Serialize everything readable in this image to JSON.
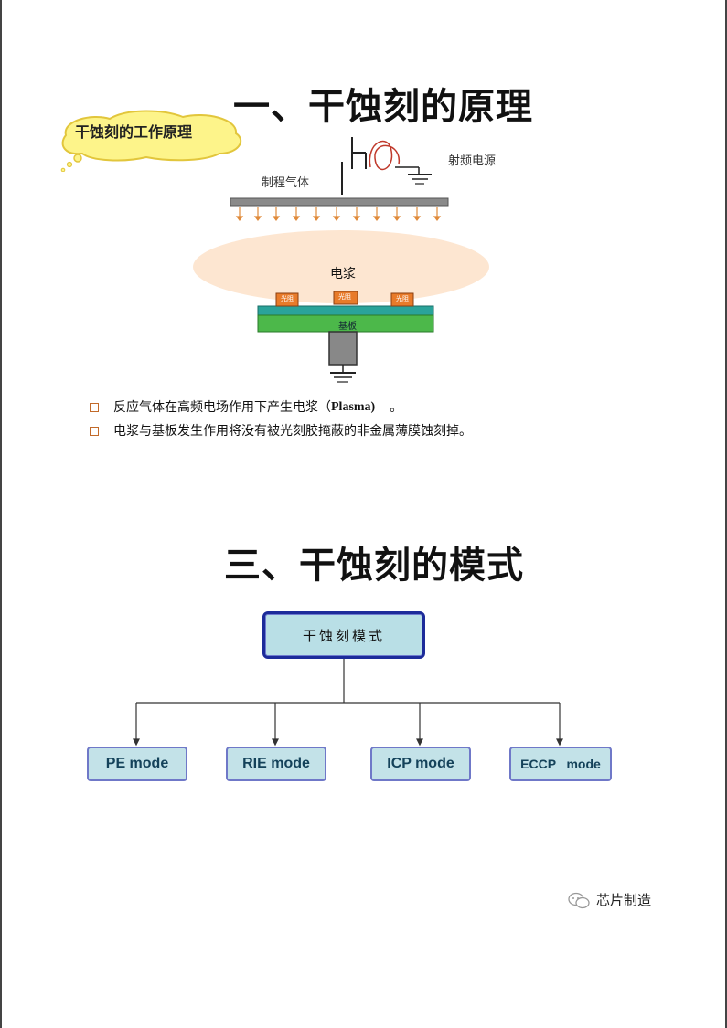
{
  "section1": {
    "title": "一、干蚀刻的原理"
  },
  "callout": {
    "text": "干蚀刻的工作原理"
  },
  "diagram": {
    "rf_label": "射频电源",
    "gas_label": "制程气体",
    "plasma_label": "电浆",
    "resist_label": "光阻",
    "substrate_label": "基板"
  },
  "bullets": [
    {
      "text": "反应气体在高频电场作用下产生电浆（",
      "bold": "Plasma)",
      "tail": "。"
    },
    {
      "text": "电浆与基板发生作用将没有被光刻胶掩蔽的非金属薄膜蚀刻掉。"
    }
  ],
  "section3": {
    "title": "三、干蚀刻的模式"
  },
  "tree": {
    "root": "干蚀刻模式",
    "modes": [
      "PE mode",
      "RIE mode",
      "ICP mode",
      "ECCP   mode"
    ]
  },
  "footer": {
    "text": "芯片制造"
  }
}
